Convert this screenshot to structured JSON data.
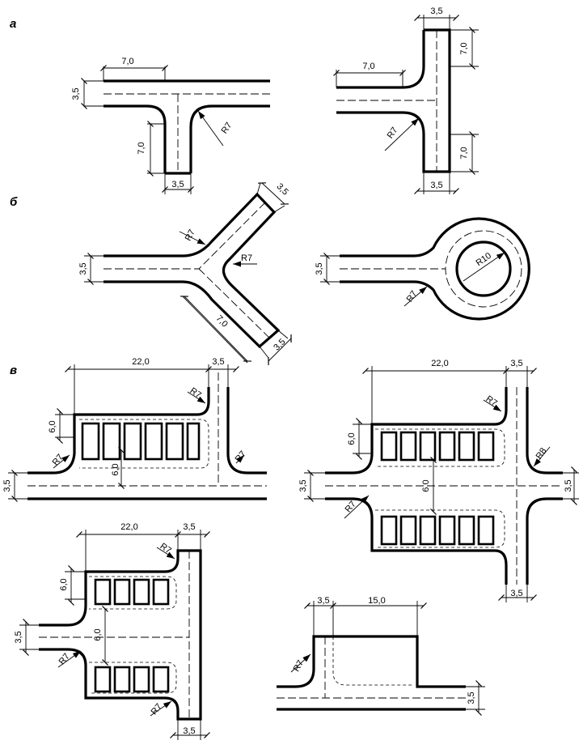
{
  "sections": {
    "a": "а",
    "b": "б",
    "v": "в"
  },
  "labels": {
    "w35": "3,5",
    "l70": "7,0",
    "r7": "R7",
    "r8": "R8",
    "r10": "R10",
    "l60": "6,0",
    "l220": "22,0",
    "l150": "15,0"
  }
}
